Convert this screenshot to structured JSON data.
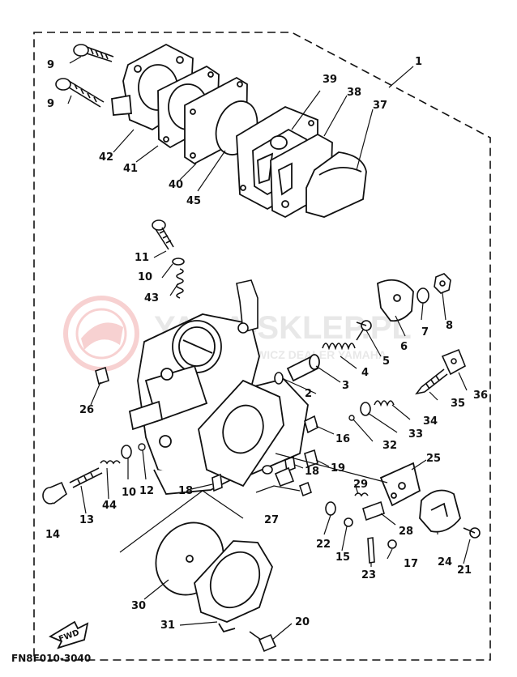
{
  "diagram": {
    "figure_code": "FN8F010-3040",
    "fwd_label": "FWD",
    "watermark": {
      "brand": "YAMA-SKLEP.PL",
      "tagline": "KONIKOWICZ DEALER YAMAHA"
    },
    "labels": [
      {
        "id": "1",
        "text": "1"
      },
      {
        "id": "2",
        "text": "2"
      },
      {
        "id": "3",
        "text": "3"
      },
      {
        "id": "4",
        "text": "4"
      },
      {
        "id": "5",
        "text": "5"
      },
      {
        "id": "6",
        "text": "6"
      },
      {
        "id": "7",
        "text": "7"
      },
      {
        "id": "8",
        "text": "8"
      },
      {
        "id": "9a",
        "text": "9"
      },
      {
        "id": "9b",
        "text": "9"
      },
      {
        "id": "10a",
        "text": "10"
      },
      {
        "id": "10b",
        "text": "10"
      },
      {
        "id": "11",
        "text": "11"
      },
      {
        "id": "12",
        "text": "12"
      },
      {
        "id": "13",
        "text": "13"
      },
      {
        "id": "14",
        "text": "14"
      },
      {
        "id": "15",
        "text": "15"
      },
      {
        "id": "16",
        "text": "16"
      },
      {
        "id": "17",
        "text": "17"
      },
      {
        "id": "18a",
        "text": "18"
      },
      {
        "id": "18b",
        "text": "18"
      },
      {
        "id": "19",
        "text": "19"
      },
      {
        "id": "20",
        "text": "20"
      },
      {
        "id": "21",
        "text": "21"
      },
      {
        "id": "22",
        "text": "22"
      },
      {
        "id": "23",
        "text": "23"
      },
      {
        "id": "24",
        "text": "24"
      },
      {
        "id": "25",
        "text": "25"
      },
      {
        "id": "26",
        "text": "26"
      },
      {
        "id": "27",
        "text": "27"
      },
      {
        "id": "28",
        "text": "28"
      },
      {
        "id": "29",
        "text": "29"
      },
      {
        "id": "30",
        "text": "30"
      },
      {
        "id": "31",
        "text": "31"
      },
      {
        "id": "32",
        "text": "32"
      },
      {
        "id": "33",
        "text": "33"
      },
      {
        "id": "34",
        "text": "34"
      },
      {
        "id": "35",
        "text": "35"
      },
      {
        "id": "36",
        "text": "36"
      },
      {
        "id": "37",
        "text": "37"
      },
      {
        "id": "38",
        "text": "38"
      },
      {
        "id": "39",
        "text": "39"
      },
      {
        "id": "40",
        "text": "40"
      },
      {
        "id": "41",
        "text": "41"
      },
      {
        "id": "42",
        "text": "42"
      },
      {
        "id": "43",
        "text": "43"
      },
      {
        "id": "44",
        "text": "44"
      },
      {
        "id": "45",
        "text": "45"
      }
    ]
  }
}
